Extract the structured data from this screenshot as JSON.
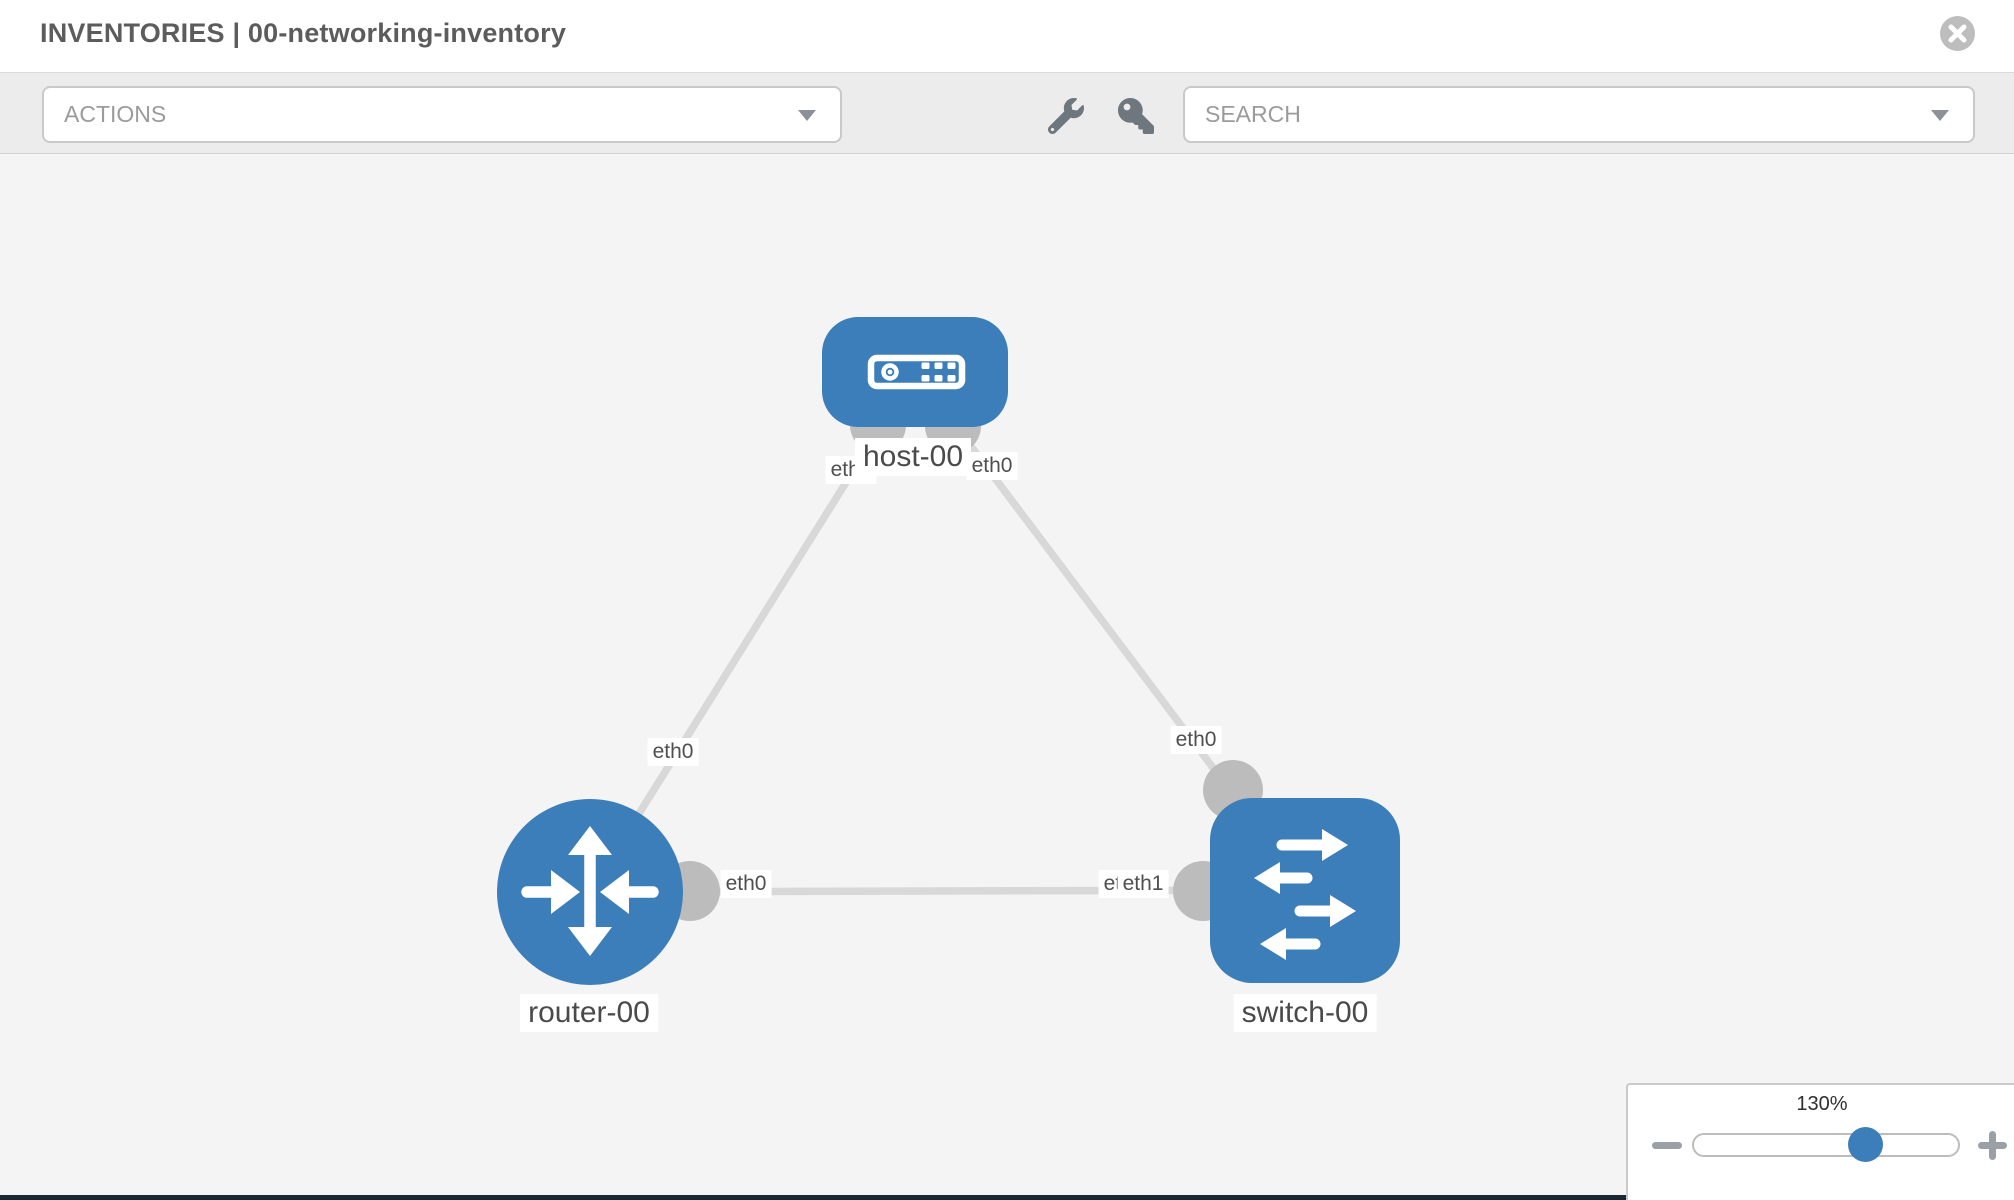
{
  "header": {
    "title": "INVENTORIES | 00-networking-inventory"
  },
  "toolbar": {
    "actions_label": "ACTIONS",
    "search_placeholder": "SEARCH"
  },
  "topology": {
    "nodes": [
      {
        "type": "host",
        "label": "host-00"
      },
      {
        "type": "router",
        "label": "router-00"
      },
      {
        "type": "switch",
        "label": "switch-00"
      }
    ],
    "links": [
      {
        "from": "router-00",
        "to": "host-00",
        "from_interface": "eth0",
        "to_interface": "eth0"
      },
      {
        "from": "switch-00",
        "to": "host-00",
        "from_interface": "eth0",
        "to_interface": "eth0"
      },
      {
        "from": "router-00",
        "to": "switch-00",
        "from_interface": "eth0",
        "to_interface": "eth1",
        "to_interface_overlapped": "eth0"
      }
    ]
  },
  "zoom_control": {
    "level": "130%"
  },
  "icons": {
    "close": "circled-x",
    "wrench": "wrench-glyph",
    "key": "key-glyph",
    "dropdown_caret": "triangle-down",
    "zoom_out": "minus",
    "zoom_in": "plus"
  },
  "colors": {
    "node_blue": "#3c7eb9",
    "link_gray": "#d8d8d8",
    "connector_gray": "#bcbcbc",
    "canvas_bg": "#f4f4f4",
    "toolbar_bg": "#ececec",
    "bottom_bar": "#1a2630"
  }
}
